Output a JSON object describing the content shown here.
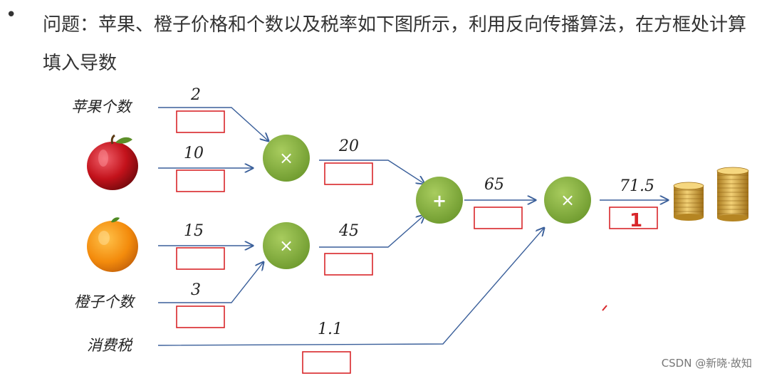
{
  "slide": {
    "bullet": "•",
    "question": "问题：苹果、橙子价格和个数以及税率如下图所示，利用反向传播算法，在方框处计算填入导数"
  },
  "graph": {
    "labels": {
      "apple_count": "苹果个数",
      "orange_count": "橙子个数",
      "tax": "消费税"
    },
    "values": {
      "apple_count": "2",
      "apple_price": "10",
      "orange_price": "15",
      "orange_count": "3",
      "apple_total": "20",
      "orange_total": "45",
      "sum": "65",
      "tax": "1.1",
      "final": "71.5"
    },
    "ops": {
      "mul1": "×",
      "mul2": "×",
      "add": "+",
      "mul3": "×"
    },
    "final_box_mark": "1"
  },
  "watermark": "CSDN @新晓·故知",
  "colors": {
    "arrow": "#3a5f9a",
    "box": "#d8262a",
    "node": "#7fa83c"
  }
}
